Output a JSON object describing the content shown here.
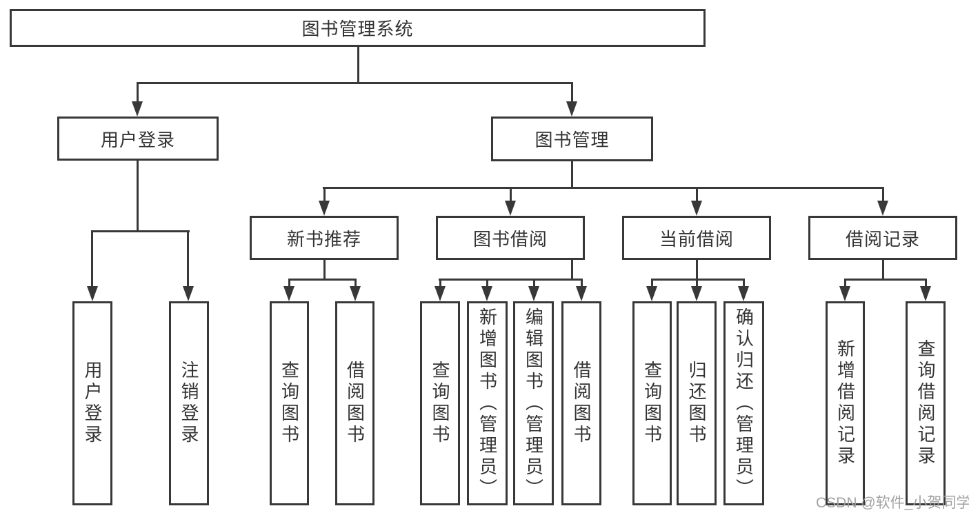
{
  "tree": {
    "root": {
      "label": "图书管理系统"
    },
    "branches": [
      {
        "label": "用户登录",
        "leaves": [
          {
            "label": "用户登录"
          },
          {
            "label": "注销登录"
          }
        ]
      },
      {
        "label": "图书管理",
        "groups": [
          {
            "label": "新书推荐",
            "leaves": [
              {
                "label": "查询图书"
              },
              {
                "label": "借阅图书"
              }
            ]
          },
          {
            "label": "图书借阅",
            "leaves": [
              {
                "label": "查询图书"
              },
              {
                "label": "新增图书（管理员）"
              },
              {
                "label": "编辑图书（管理员）"
              },
              {
                "label": "借阅图书"
              }
            ]
          },
          {
            "label": "当前借阅",
            "leaves": [
              {
                "label": "查询图书"
              },
              {
                "label": "归还图书"
              },
              {
                "label": "确认归还（管理员）"
              }
            ]
          },
          {
            "label": "借阅记录",
            "leaves": [
              {
                "label": "新增借阅记录"
              },
              {
                "label": "查询借阅记录"
              }
            ]
          }
        ]
      }
    ]
  },
  "watermark": {
    "text": "CSDN @软件_小贺同学"
  },
  "colors": {
    "line": "#383838",
    "text": "#333333",
    "watermark": "#a2a2a2",
    "background": "#ffffff"
  }
}
